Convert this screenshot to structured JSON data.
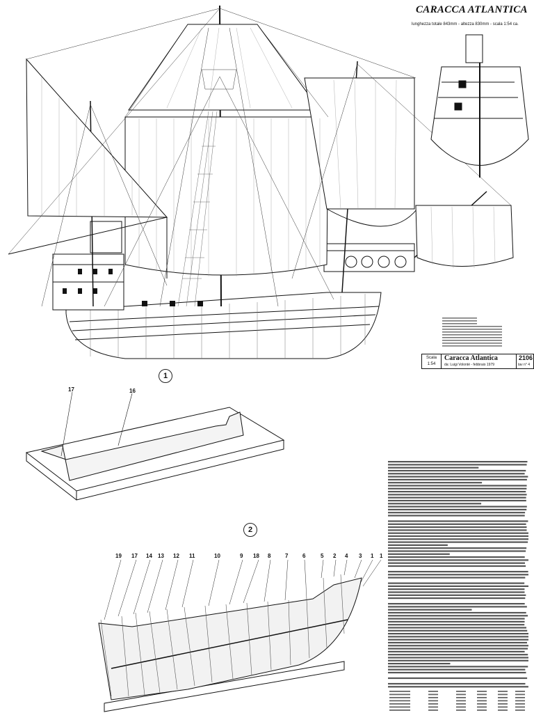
{
  "title": "CARACCA ATLANTICA",
  "subtitle": "lunghezza totale 843mm - altezza 830mm - scala 1:54 ca.",
  "plate": {
    "scale_label": "Scala",
    "scale_value": "1:54",
    "name": "Caracca Atlantica",
    "author": "da: Luigi Volonté - febbraio 1979",
    "number": "2106",
    "sheet": "tav n° 4"
  },
  "steps": {
    "step1": "1",
    "step2": "2"
  },
  "step1_labels": [
    "17",
    "16"
  ],
  "step2_labels": [
    "19",
    "17",
    "14",
    "13",
    "12",
    "11",
    "10",
    "9",
    "18",
    "8",
    "7",
    "6",
    "5",
    "2",
    "4",
    "3",
    "1",
    "1"
  ],
  "instructions_text": "",
  "colors": {
    "ink": "#111111",
    "paper": "#ffffff",
    "hatch": "#555555"
  }
}
